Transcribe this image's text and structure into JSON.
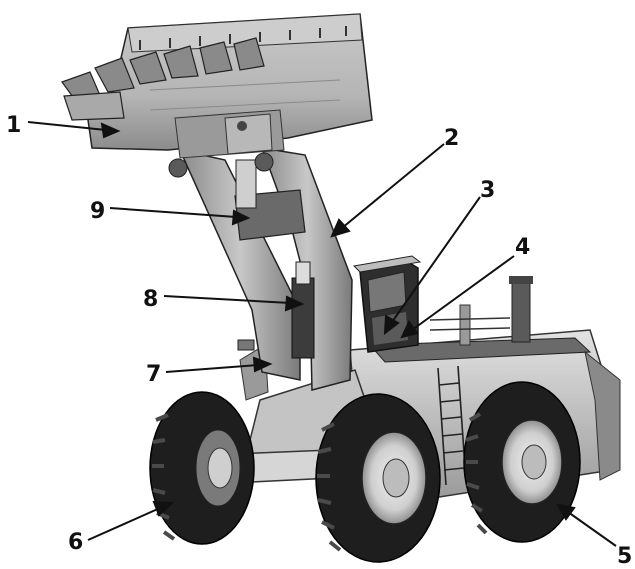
{
  "figure": {
    "type": "labeled-diagram",
    "callouts": [
      {
        "id": "1",
        "label": "1"
      },
      {
        "id": "2",
        "label": "2"
      },
      {
        "id": "3",
        "label": "3"
      },
      {
        "id": "4",
        "label": "4"
      },
      {
        "id": "5",
        "label": "5"
      },
      {
        "id": "6",
        "label": "6"
      },
      {
        "id": "7",
        "label": "7"
      },
      {
        "id": "8",
        "label": "8"
      },
      {
        "id": "9",
        "label": "9"
      }
    ],
    "colors": {
      "ink": "#111111",
      "body_light": "#d8d8d8",
      "body_mid": "#a9a9a9",
      "body_dark": "#5a5a5a",
      "tire": "#1e1e1e",
      "tread": "#3a3a3a"
    }
  }
}
